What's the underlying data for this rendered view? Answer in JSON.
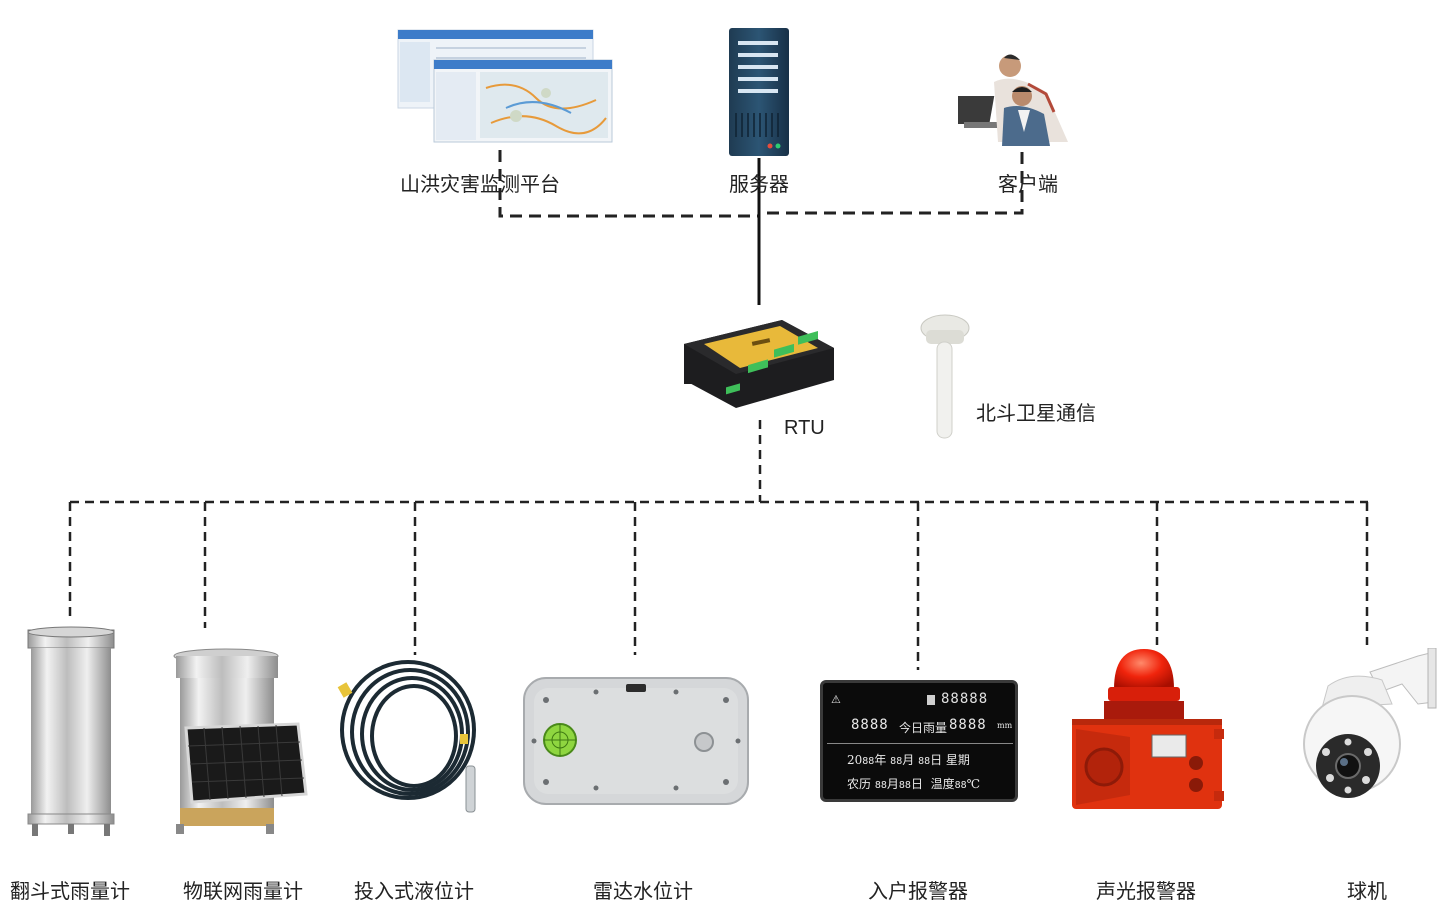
{
  "top": {
    "platform_label": "山洪灾害监测平台",
    "server_label": "服务器",
    "client_label": "客户端"
  },
  "middle": {
    "rtu_label": "RTU",
    "beidou_label": "北斗卫星通信"
  },
  "devices": [
    {
      "label": "翻斗式雨量计"
    },
    {
      "label": "物联网雨量计"
    },
    {
      "label": "投入式液位计"
    },
    {
      "label": "雷达水位计"
    },
    {
      "label": "入户报警器"
    },
    {
      "label": "声光报警器"
    },
    {
      "label": "球机"
    }
  ],
  "alarm_display": {
    "line1": "20",
    "line1b": "年",
    "line1c": "月",
    "line1d": "日 星期",
    "line2": "农历",
    "line2b": "月",
    "line2c": "日",
    "line2d": "温度",
    "today_rain": "今日雨量",
    "digits_a": "88888",
    "digits_b": "8888",
    "digits_c": "8888",
    "digits_small": "88",
    "unit_mm": "mm",
    "unit_c": "℃"
  },
  "colors": {
    "wire": "#222222",
    "alarm_red": "#e8290f",
    "rtu_yellow": "#e8b93a"
  }
}
